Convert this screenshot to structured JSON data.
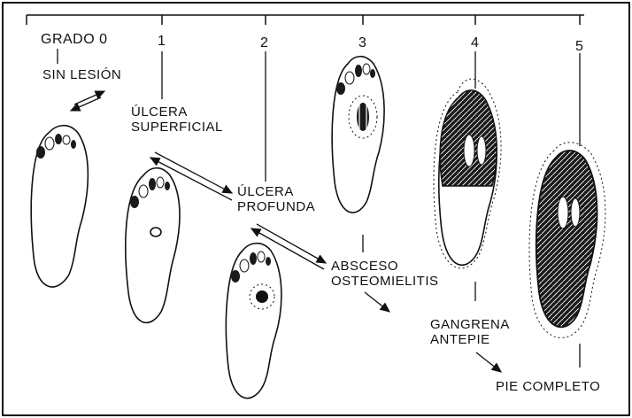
{
  "grades": [
    {
      "number": "GRADO 0",
      "stage": "SIN LESIÓN"
    },
    {
      "number": "1",
      "stage": "ÚLCERA SUPERFICIAL"
    },
    {
      "number": "2",
      "stage": "ÚLCERA PROFUNDA"
    },
    {
      "number": "3",
      "stage": "ABSCESO OSTEOMIELITIS"
    },
    {
      "number": "4",
      "stage": "GANGRENA ANTEPIE"
    },
    {
      "number": "5",
      "stage": "PIE COMPLETO"
    }
  ],
  "colors": {
    "line": "#111111",
    "foot_fill": "#ffffff",
    "necrosis": "#1a1a1a"
  },
  "icons": [
    "foot-outline-icon",
    "ulcer-icon",
    "gangrene-icon",
    "arrow-icon"
  ]
}
